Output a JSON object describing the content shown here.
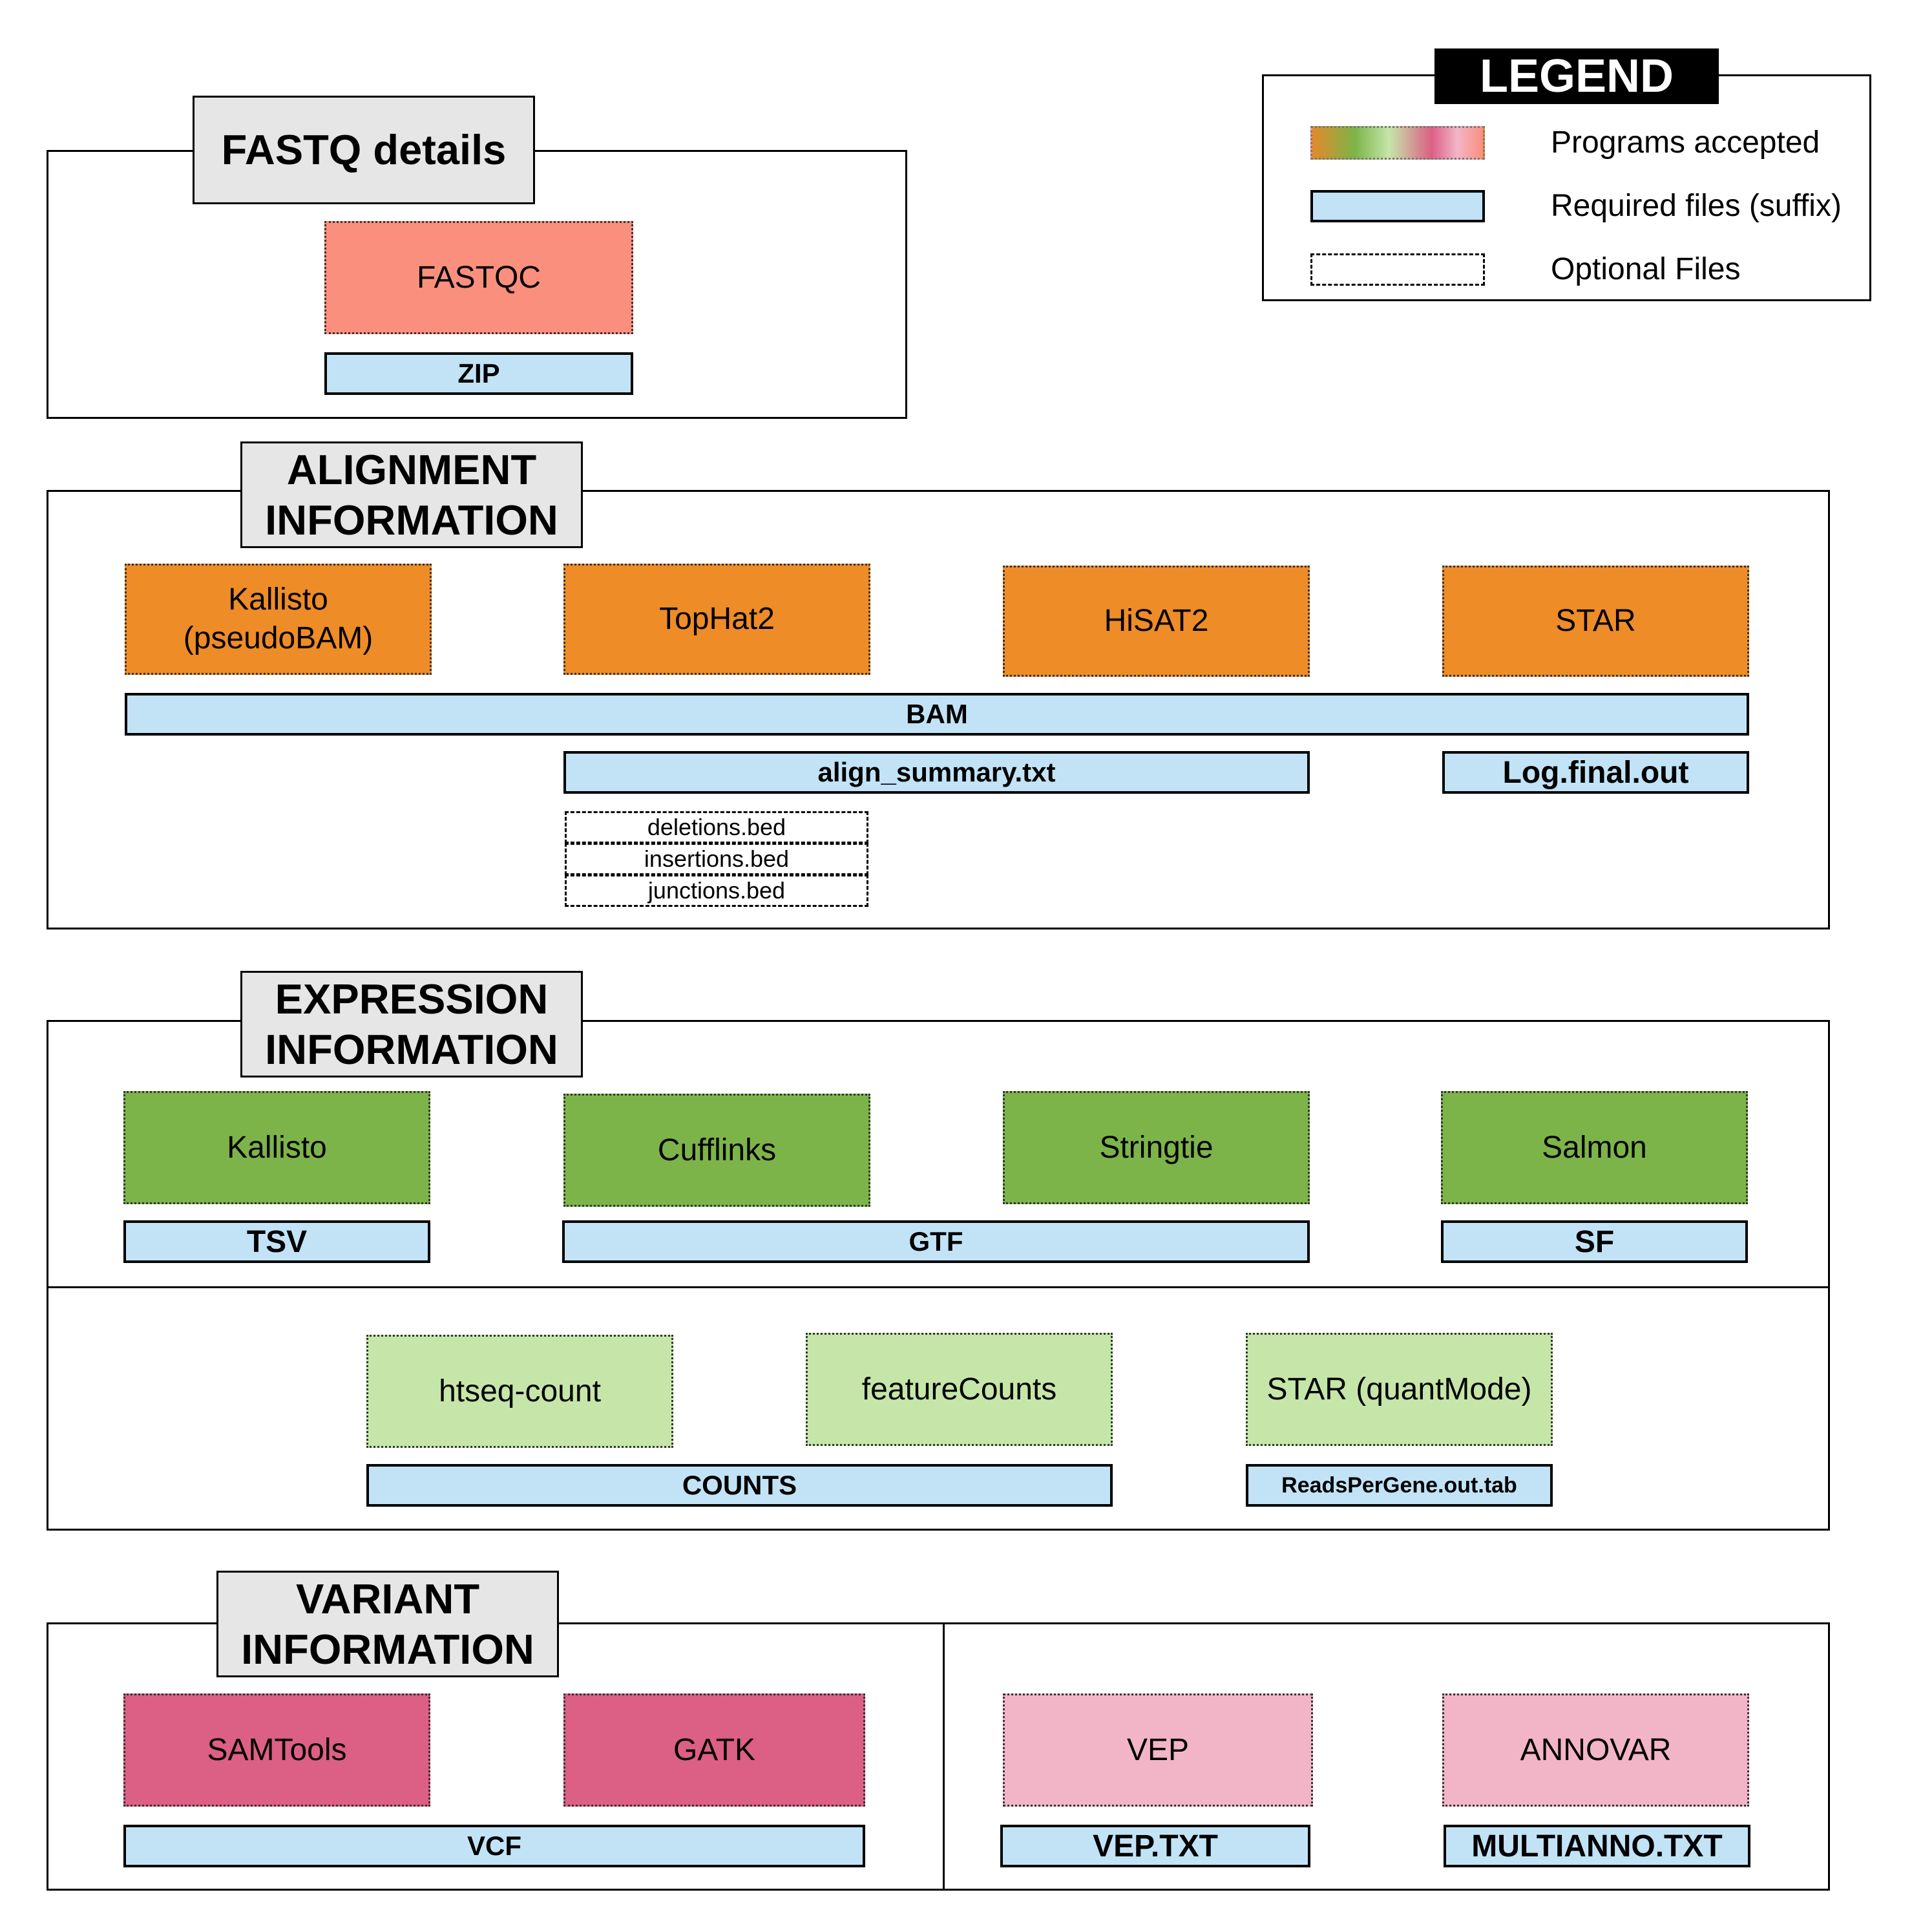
{
  "legend": {
    "title": "LEGEND",
    "items": [
      "Programs accepted",
      "Required files (suffix)",
      "Optional Files"
    ],
    "gradient_colors": [
      "#e28a2a",
      "#7db449",
      "#c5e6a8",
      "#dc5f85",
      "#f2b5c8",
      "#fb8f7e"
    ],
    "required_file_color": "#c2e3f6"
  },
  "fastq": {
    "title": "FASTQ details",
    "program": "FASTQC",
    "file": "ZIP"
  },
  "alignment": {
    "title_line1": "ALIGNMENT",
    "title_line2": "INFORMATION",
    "programs": [
      "Kallisto\n(pseudoBAM)",
      "TopHat2",
      "HiSAT2",
      "STAR"
    ],
    "files": {
      "bam": "BAM",
      "align_summary": "align_summary.txt",
      "log_final": "Log.final.out"
    },
    "optional_files": [
      "deletions.bed",
      "insertions.bed",
      "junctions.bed"
    ]
  },
  "expression": {
    "title_line1": "EXPRESSION",
    "title_line2": "INFORMATION",
    "programs": [
      "Kallisto",
      "Cufflinks",
      "Stringtie",
      "Salmon"
    ],
    "files": {
      "tsv": "TSV",
      "gtf": "GTF",
      "sf": "SF"
    },
    "count_programs": [
      "htseq-count",
      "featureCounts",
      "STAR (quantMode)"
    ],
    "count_files": {
      "counts": "COUNTS",
      "reads_per_gene": "ReadsPerGene.out.tab"
    }
  },
  "variant": {
    "title_line1": "VARIANT",
    "title_line2": "INFORMATION",
    "callers": [
      "SAMTools",
      "GATK"
    ],
    "annotators": [
      "VEP",
      "ANNOVAR"
    ],
    "files": {
      "vcf": "VCF",
      "vep_txt": "VEP.TXT",
      "multianno": "MULTIANNO.TXT"
    }
  }
}
